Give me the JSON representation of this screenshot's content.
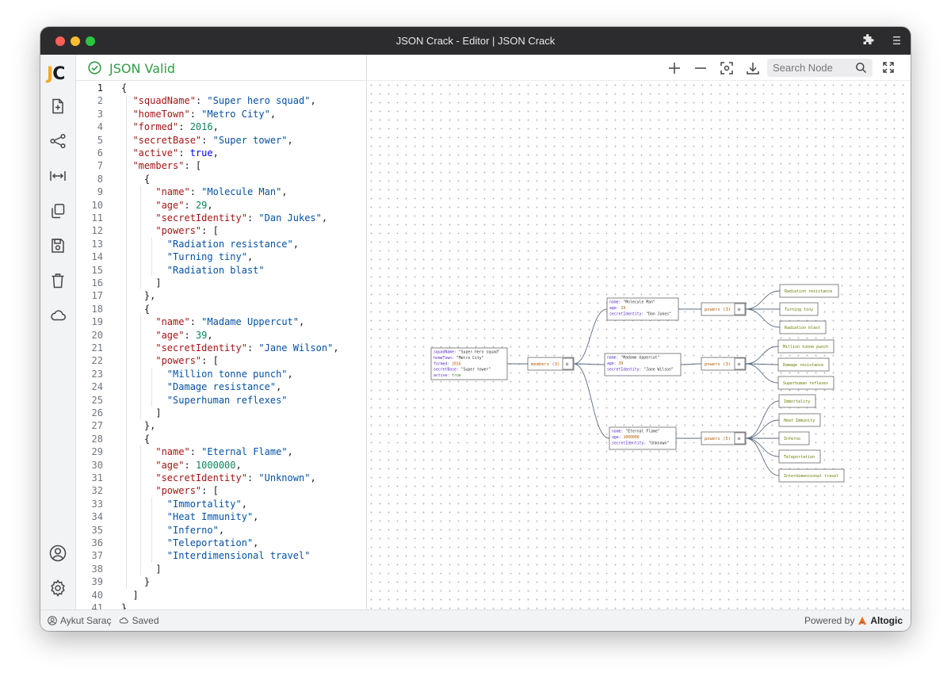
{
  "window": {
    "title": "JSON Crack - Editor | JSON Crack"
  },
  "sidebar": {
    "logo_j": "J",
    "logo_c": "C"
  },
  "editor": {
    "status": "JSON Valid"
  },
  "graph_toolbar": {
    "search_placeholder": "Search Node"
  },
  "statusbar": {
    "user": "Aykut Saraç",
    "saved": "Saved",
    "powered_by": "Powered by",
    "brand": "Altogic"
  },
  "code_lines": [
    "{",
    "  \"squadName\": \"Super hero squad\",",
    "  \"homeTown\": \"Metro City\",",
    "  \"formed\": 2016,",
    "  \"secretBase\": \"Super tower\",",
    "  \"active\": true,",
    "  \"members\": [",
    "    {",
    "      \"name\": \"Molecule Man\",",
    "      \"age\": 29,",
    "      \"secretIdentity\": \"Dan Jukes\",",
    "      \"powers\": [",
    "        \"Radiation resistance\",",
    "        \"Turning tiny\",",
    "        \"Radiation blast\"",
    "      ]",
    "    },",
    "    {",
    "      \"name\": \"Madame Uppercut\",",
    "      \"age\": 39,",
    "      \"secretIdentity\": \"Jane Wilson\",",
    "      \"powers\": [",
    "        \"Million tonne punch\",",
    "        \"Damage resistance\",",
    "        \"Superhuman reflexes\"",
    "      ]",
    "    },",
    "    {",
    "      \"name\": \"Eternal Flame\",",
    "      \"age\": 1000000,",
    "      \"secretIdentity\": \"Unknown\",",
    "      \"powers\": [",
    "        \"Immortality\",",
    "        \"Heat Immunity\",",
    "        \"Inferno\",",
    "        \"Teleportation\",",
    "        \"Interdimensional travel\"",
    "      ]",
    "    }",
    "  ]",
    "}"
  ],
  "graph": {
    "root": [
      [
        "squadName",
        "\"Super hero squad\""
      ],
      [
        "homeTown",
        "\"Metro City\""
      ],
      [
        "formed",
        "2016"
      ],
      [
        "secretBase",
        "\"Super tower\""
      ],
      [
        "active",
        "true"
      ]
    ],
    "members_label": "members (3)",
    "members": [
      {
        "fields": [
          [
            "name",
            "\"Molecule Man\""
          ],
          [
            "age",
            "29"
          ],
          [
            "secretIdentity",
            "\"Dan Jukes\""
          ]
        ],
        "powers_label": "powers (3)",
        "powers": [
          "Radiation resistance",
          "Turning tiny",
          "Radiation blast"
        ]
      },
      {
        "fields": [
          [
            "name",
            "\"Madame Uppercut\""
          ],
          [
            "age",
            "39"
          ],
          [
            "secretIdentity",
            "\"Jane Wilson\""
          ]
        ],
        "powers_label": "powers (3)",
        "powers": [
          "Million tonne punch",
          "Damage resistance",
          "Superhuman reflexes"
        ]
      },
      {
        "fields": [
          [
            "name",
            "\"Eternal Flame\""
          ],
          [
            "age",
            "1000000"
          ],
          [
            "secretIdentity",
            "\"Unknown\""
          ]
        ],
        "powers_label": "powers (5)",
        "powers": [
          "Immortality",
          "Heat Immunity",
          "Inferno",
          "Teleportation",
          "Interdimensional travel"
        ]
      }
    ]
  },
  "colors": {
    "valid": "#2f9e44",
    "key": "#a31515",
    "string": "#0451a5",
    "number": "#098658",
    "boolean": "#0000ff",
    "graph_key": "#5a2ac7",
    "graph_leaf": "#6b7b00"
  },
  "icons": {
    "sidebar": [
      "new-file-icon",
      "graph-icon",
      "fit-width-icon",
      "copy-icon",
      "save-icon",
      "trash-icon",
      "cloud-icon",
      "account-icon",
      "settings-icon"
    ],
    "toolbar": [
      "zoom-in-icon",
      "zoom-out-icon",
      "center-focus-icon",
      "download-icon",
      "search-icon",
      "fullscreen-icon"
    ]
  }
}
